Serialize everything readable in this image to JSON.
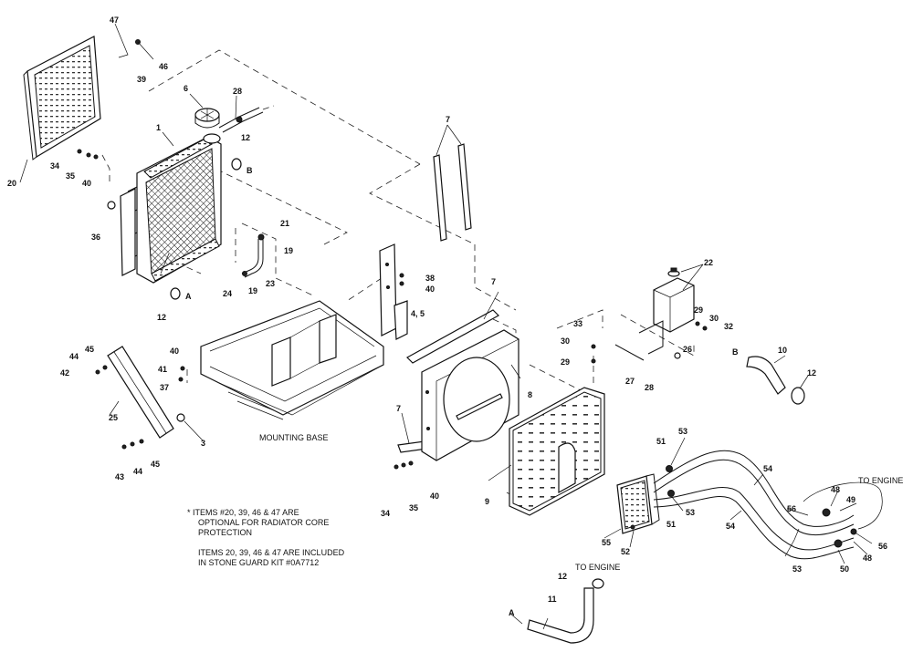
{
  "callouts": {
    "c1": "1",
    "c3": "3",
    "c4_5": "4, 5",
    "c6": "6",
    "c7a": "7",
    "c7b": "7",
    "c7c": "7",
    "c8": "8",
    "c9": "9",
    "c10": "10",
    "c11": "11",
    "c12a": "12",
    "c12b": "12",
    "c12c": "12",
    "c12d": "12",
    "c19a": "19",
    "c19b": "19",
    "c20": "20",
    "c21": "21",
    "c22": "22",
    "c23": "23",
    "c24": "24",
    "c25": "25",
    "c26": "26",
    "c27": "27",
    "c28a": "28",
    "c28b": "28",
    "c29a": "29",
    "c29b": "29",
    "c30a": "30",
    "c30b": "30",
    "c32": "32",
    "c33": "33",
    "c34a": "34",
    "c34b": "34",
    "c35a": "35",
    "c35b": "35",
    "c36": "36",
    "c37": "37",
    "c38": "38",
    "c39": "39",
    "c40a": "40",
    "c40b": "40",
    "c40c": "40",
    "c40d": "40",
    "c41": "41",
    "c42": "42",
    "c43": "43",
    "c44a": "44",
    "c44b": "44",
    "c45a": "45",
    "c45b": "45",
    "c46": "46",
    "c47": "47",
    "c48a": "48",
    "c48b": "48",
    "c49": "49",
    "c50": "50",
    "c51a": "51",
    "c51b": "51",
    "c52": "52",
    "c53a": "53",
    "c53b": "53",
    "c53c": "53",
    "c54a": "54",
    "c54b": "54",
    "c55": "55",
    "c56a": "56",
    "c56b": "56"
  },
  "labels": {
    "a_bottom": "A",
    "a_left": "A",
    "b_right": "B",
    "b_hose": "B",
    "mounting_base": "MOUNTING BASE",
    "to_engine_right": "TO ENGINE",
    "to_engine_bottom": "TO ENGINE"
  },
  "notes": {
    "line1": "* ITEMS #20, 39, 46 & 47 ARE",
    "line2": "OPTIONAL FOR RADIATOR CORE",
    "line3": "PROTECTION",
    "line4": "ITEMS 20, 39, 46 & 47 ARE INCLUDED",
    "line5": "IN STONE GUARD KIT #0A7712"
  }
}
